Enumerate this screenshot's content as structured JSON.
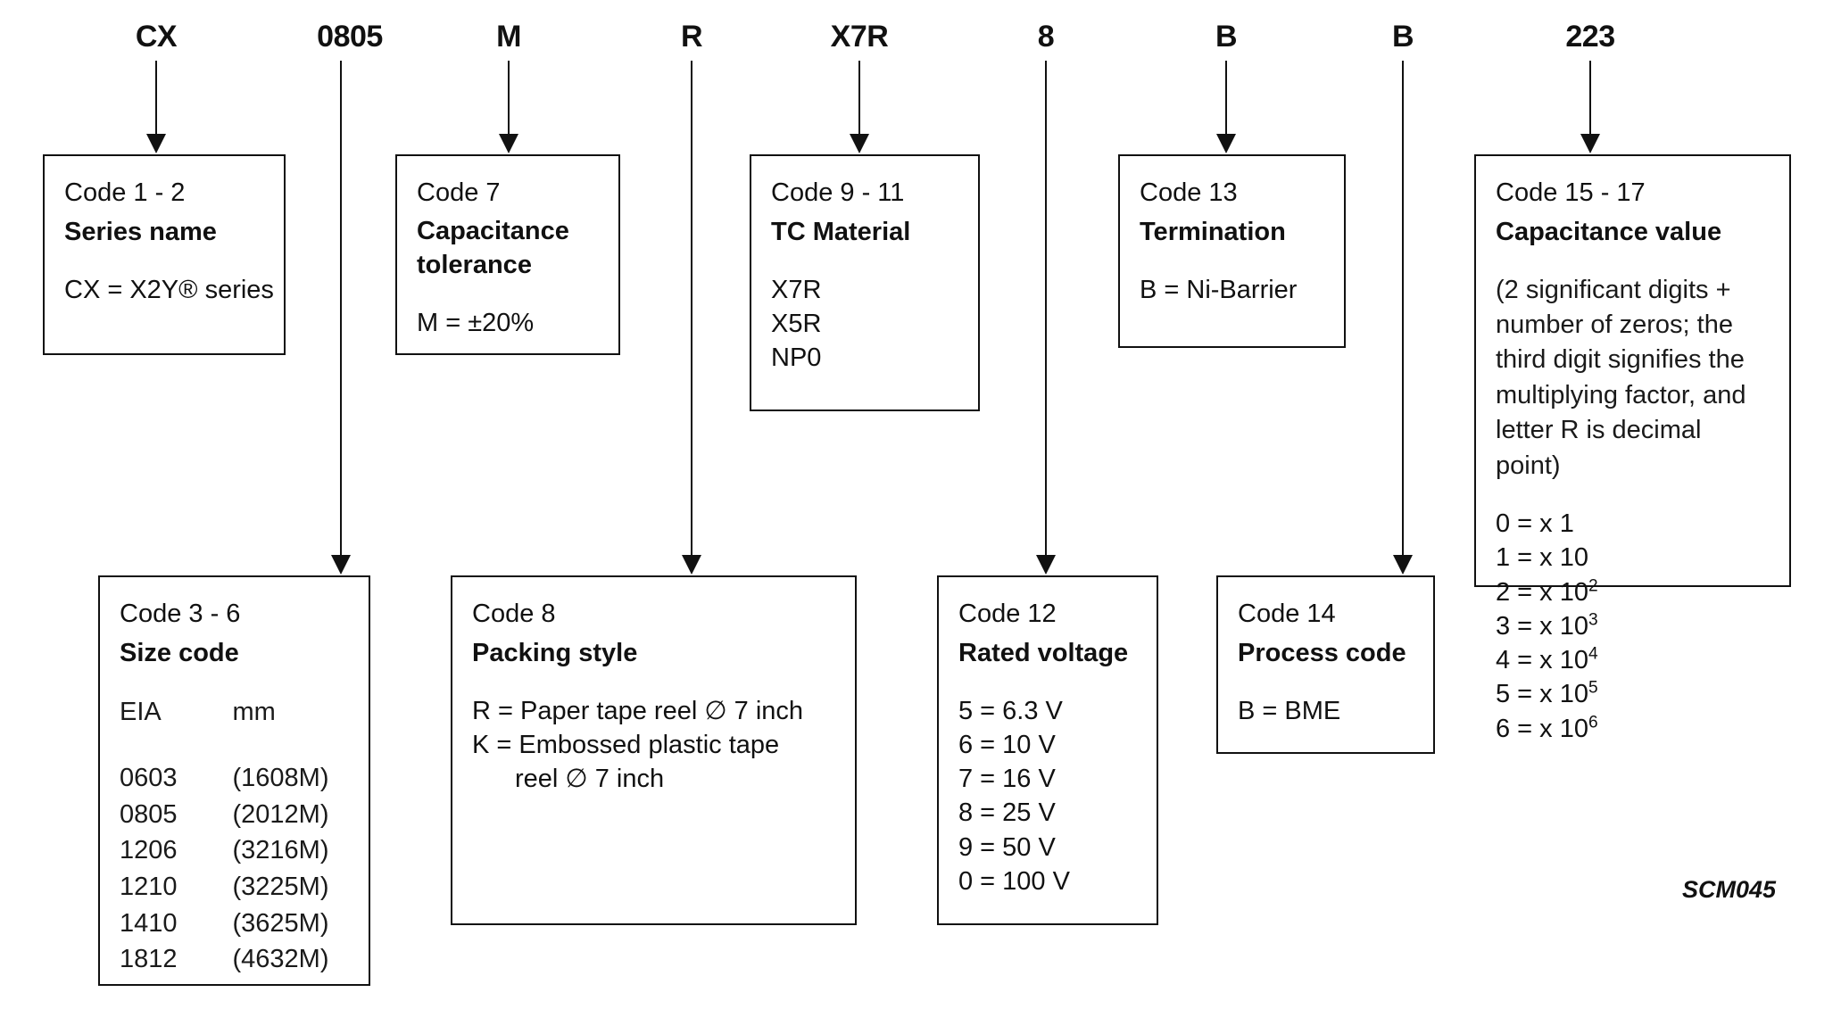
{
  "diagram": {
    "reference_label": "SCM045",
    "part_number_segments": [
      {
        "text": "CX",
        "code_box": "code-1-2"
      },
      {
        "text": "0805",
        "code_box": "code-3-6"
      },
      {
        "text": "M",
        "code_box": "code-7"
      },
      {
        "text": "R",
        "code_box": "code-8"
      },
      {
        "text": "X7R",
        "code_box": "code-9-11"
      },
      {
        "text": "8",
        "code_box": "code-12"
      },
      {
        "text": "B",
        "code_box": "code-13"
      },
      {
        "text": "B",
        "code_box": "code-14"
      },
      {
        "text": "223",
        "code_box": "code-15-17"
      }
    ],
    "boxes": {
      "code_1_2": {
        "code": "Code 1 - 2",
        "title": "Series name",
        "lines": [
          "CX = X2Y® series"
        ]
      },
      "code_7": {
        "code": "Code 7",
        "title_line1": "Capacitance",
        "title_line2": "tolerance",
        "lines": [
          "M = ±20%"
        ]
      },
      "code_9_11": {
        "code": "Code 9 - 11",
        "title": "TC Material",
        "lines": [
          "X7R",
          "X5R",
          "NP0"
        ]
      },
      "code_13": {
        "code": "Code 13",
        "title": "Termination",
        "lines": [
          "B = Ni-Barrier"
        ]
      },
      "code_15_17": {
        "code": "Code 15 - 17",
        "title": "Capacitance value",
        "paragraph": "(2 significant digits + number of zeros; the third digit signifies the multiplying factor, and letter R is decimal point)",
        "multipliers": [
          {
            "digit": "0",
            "base": "0 = x 1",
            "exp": ""
          },
          {
            "digit": "1",
            "base": "1 = x 10",
            "exp": ""
          },
          {
            "digit": "2",
            "base": "2 = x 10",
            "exp": "2"
          },
          {
            "digit": "3",
            "base": "3 = x 10",
            "exp": "3"
          },
          {
            "digit": "4",
            "base": "4 = x 10",
            "exp": "4"
          },
          {
            "digit": "5",
            "base": "5 = x 10",
            "exp": "5"
          },
          {
            "digit": "6",
            "base": "6 = x 10",
            "exp": "6"
          }
        ]
      },
      "code_3_6": {
        "code": "Code 3 - 6",
        "title": "Size code",
        "header_eia": "EIA",
        "header_mm": "mm",
        "rows": [
          {
            "eia": "0603",
            "mm": "(1608M)"
          },
          {
            "eia": "0805",
            "mm": "(2012M)"
          },
          {
            "eia": "1206",
            "mm": "(3216M)"
          },
          {
            "eia": "1210",
            "mm": "(3225M)"
          },
          {
            "eia": "1410",
            "mm": "(3625M)"
          },
          {
            "eia": "1812",
            "mm": "(4632M)"
          }
        ]
      },
      "code_8": {
        "code": "Code 8",
        "title": "Packing style",
        "line1": "R = Paper tape reel ∅ 7 inch",
        "line2": "K = Embossed plastic tape",
        "line3": "reel ∅ 7 inch"
      },
      "code_12": {
        "code": "Code 12",
        "title": "Rated voltage",
        "lines": [
          "5 = 6.3 V",
          "6 = 10 V",
          "7 = 16 V",
          "8 = 25 V",
          "9 = 50 V",
          "0 = 100 V"
        ]
      },
      "code_14": {
        "code": "Code 14",
        "title": "Process code",
        "lines": [
          "B = BME"
        ]
      }
    }
  }
}
